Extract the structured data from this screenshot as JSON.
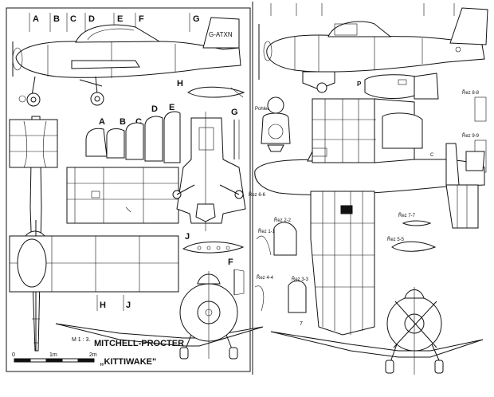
{
  "title": {
    "line1": "MITCHELL-PROCTER",
    "line2": "„KITTIWAKE\""
  },
  "scale": {
    "label": "M 1 : 3.",
    "ticks": [
      "0",
      "1m",
      "2m"
    ]
  },
  "registration": "G-ATXN",
  "station_markers": {
    "top": [
      "A",
      "B",
      "C",
      "D",
      "E",
      "F",
      "G"
    ],
    "wing": [
      "H",
      "J"
    ],
    "rib_sections": [
      "A",
      "B",
      "C",
      "D",
      "E",
      "G"
    ],
    "detail": [
      "H",
      "J",
      "F"
    ]
  },
  "section_labels": {
    "s88": "Řez 8-8",
    "s99": "Řez 9-9",
    "s11": "Řez 1-1",
    "s22": "Řez 2-2",
    "s55": "Řez 5-5",
    "s44": "Řez 4-4",
    "s33": "Řez 3-3",
    "s66": "Řez 6-6",
    "s77": "Řez 7-7",
    "pohled": "Pohled P"
  },
  "small_marks": {
    "p": "P",
    "c": "C",
    "seven": "7"
  }
}
